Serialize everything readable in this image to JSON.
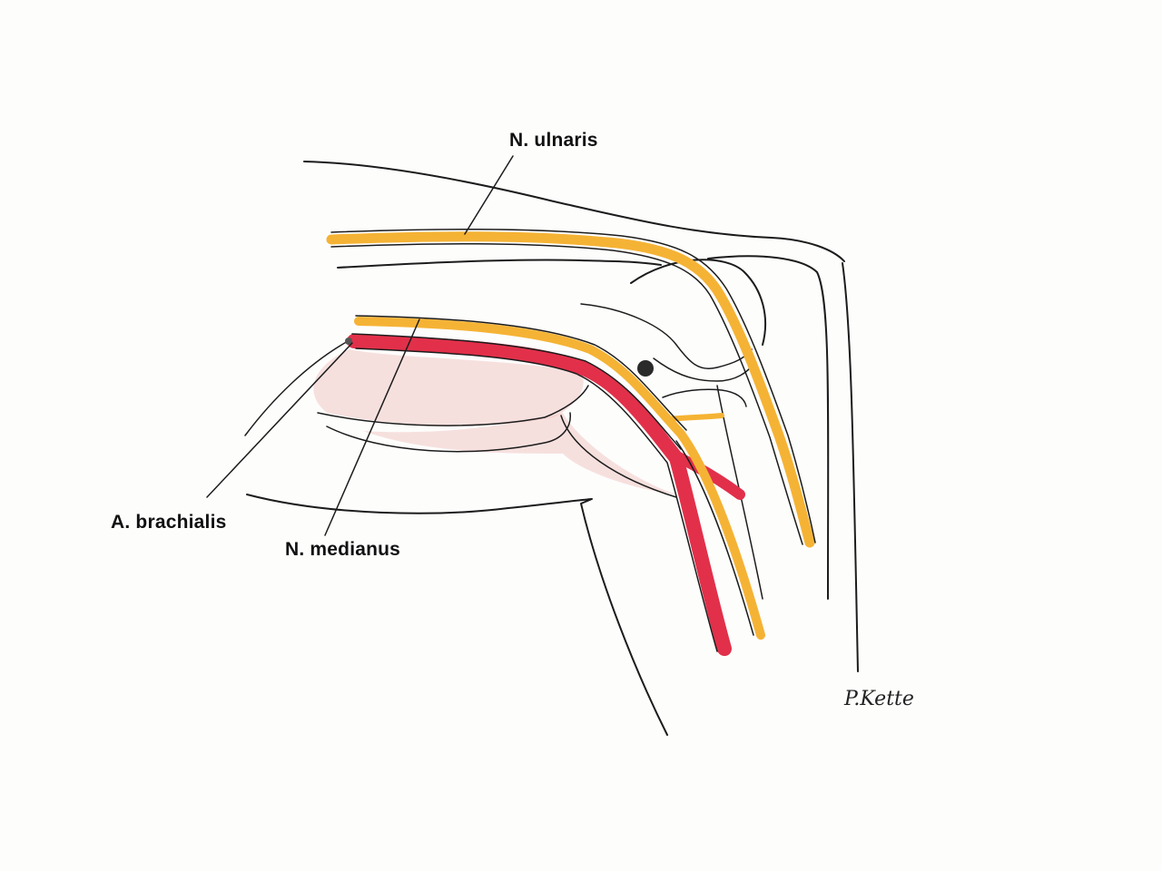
{
  "labels": {
    "ulnaris": "N. ulnaris",
    "brachialis": "A. brachialis",
    "medianus": "N. medianus"
  },
  "signature": "P.Kette",
  "colors": {
    "nerve": "#f5b335",
    "artery": "#e2304a",
    "muscle": "#f0c8c4",
    "ink": "#1c1c1c",
    "background": "#fdfdfc"
  }
}
